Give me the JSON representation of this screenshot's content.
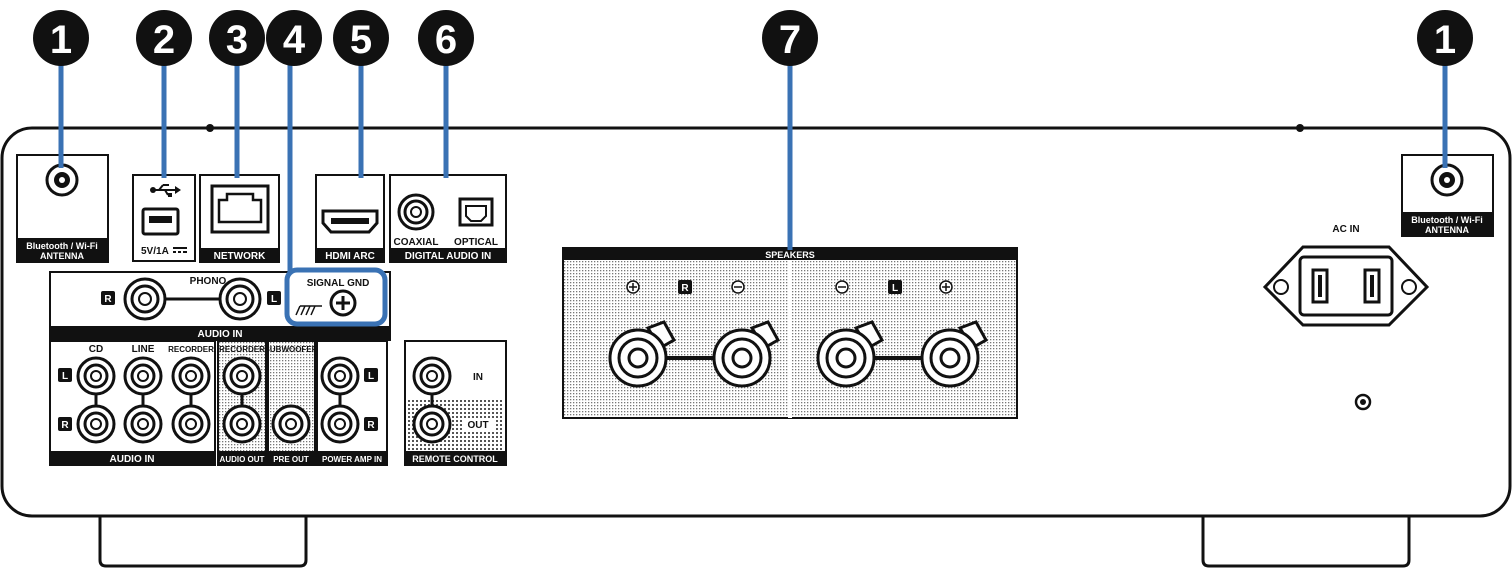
{
  "callouts": [
    "1",
    "2",
    "3",
    "4",
    "5",
    "6",
    "7",
    "1"
  ],
  "panels": {
    "antenna_left": {
      "line1": "Bluetooth / Wi-Fi",
      "line2": "ANTENNA"
    },
    "antenna_right": {
      "line1": "Bluetooth / Wi-Fi",
      "line2": "ANTENNA"
    },
    "usb": {
      "rating": "5V/1A"
    },
    "network": {
      "label": "NETWORK"
    },
    "hdmi": {
      "label": "HDMI ARC"
    },
    "digital": {
      "coaxial": "COAXIAL",
      "optical": "OPTICAL",
      "label": "DIGITAL AUDIO IN"
    },
    "phono": {
      "title": "PHONO",
      "right": "R",
      "left": "L",
      "label": "AUDIO IN"
    },
    "signal_gnd": {
      "label": "SIGNAL GND"
    },
    "audio_in": {
      "cd": "CD",
      "line": "LINE",
      "recorder": "RECORDER",
      "label": "AUDIO IN",
      "left": "L",
      "right": "R"
    },
    "audio_out": {
      "recorder": "RECORDER",
      "label": "AUDIO OUT"
    },
    "pre_out": {
      "subwoofer": "SUBWOOFER",
      "label": "PRE OUT"
    },
    "power_amp_in": {
      "label": "POWER AMP IN",
      "left": "L",
      "right": "R"
    },
    "remote": {
      "in": "IN",
      "out": "OUT",
      "label": "REMOTE CONTROL"
    },
    "speakers": {
      "label": "SPEAKERS",
      "right": "R",
      "left": "L"
    },
    "ac_in": {
      "label": "AC IN"
    }
  },
  "colors": {
    "accent": "#3a72b4",
    "ink": "#111111"
  }
}
